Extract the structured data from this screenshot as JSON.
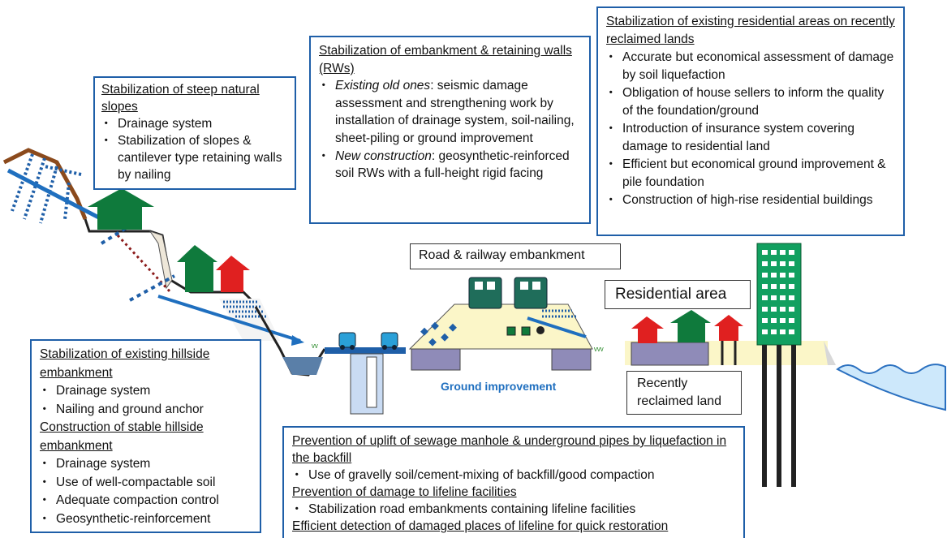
{
  "boxes": {
    "slopes": {
      "title": "Stabilization of steep natural slopes",
      "items": [
        "Drainage system",
        "Stabilization of slopes & cantilever type retaining walls by nailing"
      ]
    },
    "embankment_rw": {
      "title": "Stabilization of embankment & retaining walls (RWs)",
      "items": [
        {
          "lead": "Existing old ones",
          "text": ": seismic damage assessment and strengthening work by installation of drainage system, soil-nailing, sheet-piling or ground improvement"
        },
        {
          "lead": "New construction",
          "text": ": geosynthetic-reinforced  soil RWs with a full-height rigid facing"
        }
      ]
    },
    "residential": {
      "title": "Stabilization of existing residential areas on recently reclaimed lands",
      "items": [
        "Accurate but economical assessment of damage by soil liquefaction",
        "Obligation of house sellers to inform the quality of the foundation/ground",
        "Introduction of insurance system covering damage to residential land",
        "Efficient but economical ground improvement & pile foundation",
        "Construction of high-rise residential buildings"
      ]
    },
    "hillside": {
      "title1": "Stabilization of existing hillside embankment",
      "items1": [
        "Drainage system",
        "Nailing and ground anchor"
      ],
      "title2": "Construction of stable hillside embankment",
      "items2": [
        "Drainage system",
        "Use of well-compactable soil",
        "Adequate compaction control",
        "Geosynthetic-reinforcement"
      ]
    },
    "sewage": {
      "title1": "Prevention of uplift of sewage manhole & underground pipes by liquefaction in the backfill",
      "item1": "Use of gravelly soil/cement-mixing of backfill/good compaction",
      "title2": "Prevention of damage to lifeline facilities",
      "item2": "Stabilization road embankments containing lifeline facilities",
      "title3": "Efficient detection of damaged places of lifeline for quick restoration"
    }
  },
  "labels": {
    "road": "Road & railway embankment",
    "residential_area": "Residential area",
    "reclaimed": "Recently reclaimed land",
    "ground_improvement": "Ground improvement"
  },
  "colors": {
    "box_border": "#1f5fa8",
    "house_green": "#0f7a3c",
    "house_red": "#e02020",
    "embankment": "#fbf6c8",
    "water": "#cde8fb",
    "drain_blue": "#1f6fbf"
  }
}
